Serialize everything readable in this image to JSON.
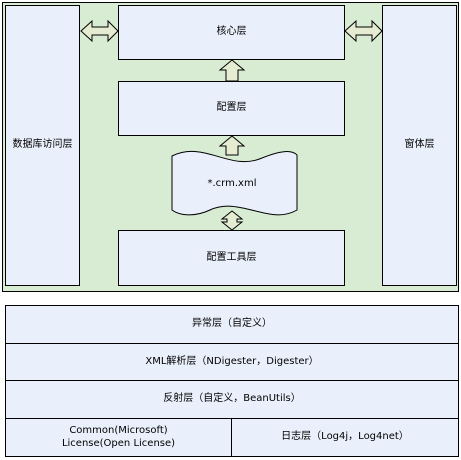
{
  "architecture": {
    "core_layer": "核心层",
    "config_layer": "配置层",
    "config_file": "*.crm.xml",
    "config_tool_layer": "配置工具层",
    "db_access_layer": "数据库访问层",
    "form_layer": "窗体层"
  },
  "foundation": {
    "exception_layer": "异常层（自定义）",
    "xml_parse_layer": "XML解析层（NDigester，Digester）",
    "reflection_layer": "反射层（自定义，BeanUtils）",
    "common_line1": "Common(Microsoft)",
    "common_line2": "License(Open License)",
    "log_layer": "日志层（Log4j，Log4net）"
  },
  "colors": {
    "upper_background": "#d7ecd3",
    "box_fill": "#eaf0fb",
    "foundation_fill": "#eaf0fb",
    "arrow_fill": "#e6ecd2"
  }
}
